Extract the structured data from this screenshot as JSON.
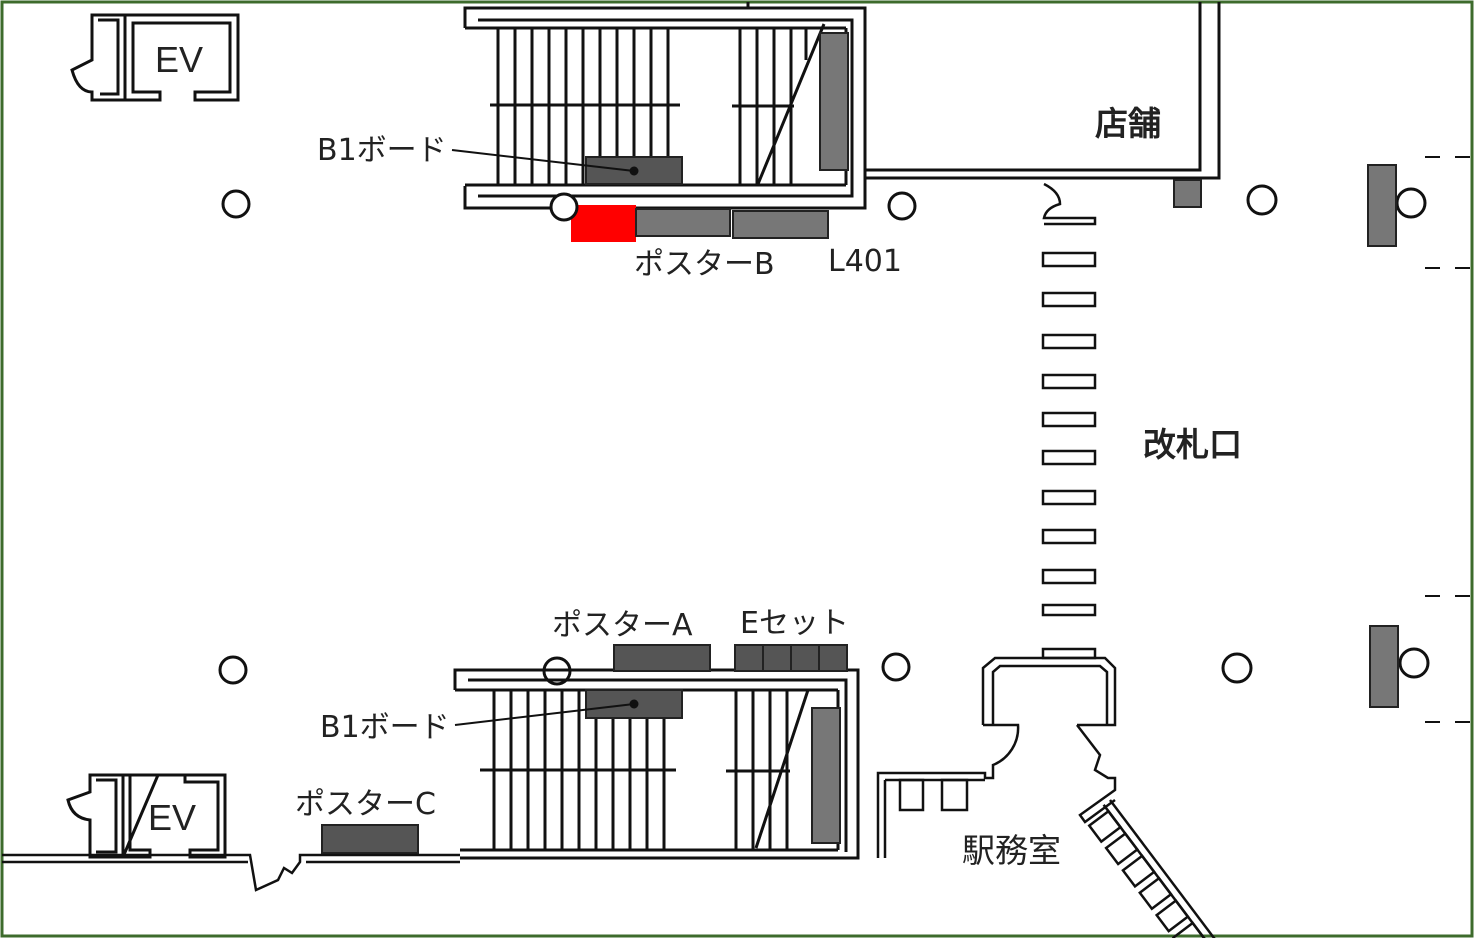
{
  "colors": {
    "border": "#3d6b2c",
    "highlight": "#ff0000",
    "panel_dark": "#555555",
    "panel": "#777777"
  },
  "labels": {
    "ev_top": "EV",
    "ev_bottom": "EV",
    "store": "店舗",
    "b1_board_top": "B1ボード",
    "poster_b": "ポスターB",
    "l401": "L401",
    "ticket_gate": "改札口",
    "poster_a": "ポスターA",
    "e_set": "Eセット",
    "b1_board_bottom": "B1ボード",
    "poster_c": "ポスターC",
    "station_office": "駅務室"
  }
}
